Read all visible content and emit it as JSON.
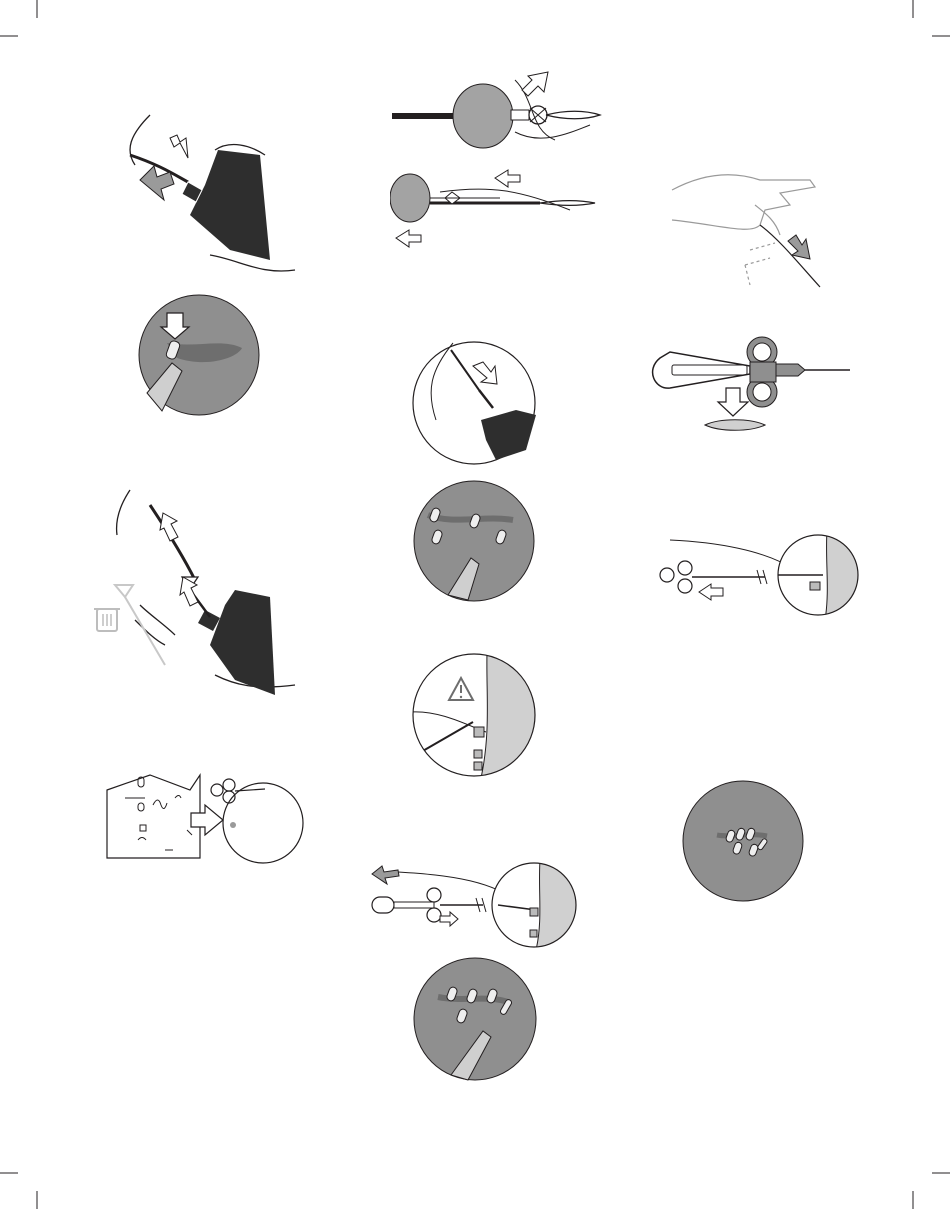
{
  "page": {
    "background": "#ffffff",
    "ink": "#231f20",
    "dark_fill": "#2e2e2e",
    "mid_gray": "#a3a3a3",
    "tissue_gray": "#8f8f8f",
    "light_gray": "#d0d0d0"
  },
  "crop_marks": [
    "top-left",
    "top-right",
    "bottom-left",
    "bottom-right"
  ],
  "figures": [
    {
      "name": "fig-device-release",
      "icons": [
        "release-arrow-icon",
        "push-arrow-icon"
      ]
    },
    {
      "name": "fig-clip-placement-view",
      "icons": [
        "down-arrow-icon"
      ]
    },
    {
      "name": "fig-device-removal",
      "icons": [
        "trash-icon",
        "up-arrow-icon"
      ]
    },
    {
      "name": "fig-package-removal",
      "icons": [
        "right-arrow-icon"
      ]
    },
    {
      "name": "fig-balloon-pull",
      "icons": [
        "up-left-arrow-icon",
        "left-arrow-icon"
      ]
    },
    {
      "name": "fig-tip-insert-closeup",
      "icons": [
        "down-right-arrow-icon"
      ]
    },
    {
      "name": "fig-multiple-clips-view",
      "icons": []
    },
    {
      "name": "fig-warning-closeup",
      "icons": [
        "warning-icon"
      ]
    },
    {
      "name": "fig-applier-retract",
      "icons": [
        "left-arrow-icon",
        "right-arrow-icon"
      ]
    },
    {
      "name": "fig-final-clips-view",
      "icons": []
    },
    {
      "name": "fig-hand-tissue",
      "icons": [
        "down-right-arrow-icon"
      ]
    },
    {
      "name": "fig-applier-handle",
      "icons": [
        "down-arrow-icon"
      ]
    },
    {
      "name": "fig-applier-withdraw",
      "icons": [
        "left-arrow-icon"
      ]
    },
    {
      "name": "fig-clips-overview",
      "icons": []
    }
  ]
}
